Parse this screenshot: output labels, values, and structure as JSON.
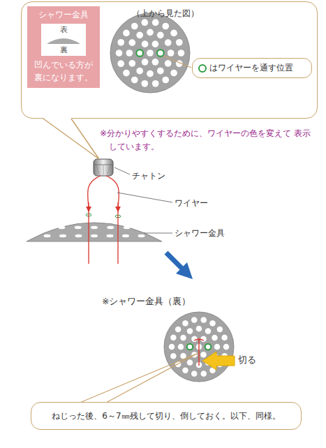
{
  "diagram": {
    "nodes": [
      {
        "text": [
          "（上から見た図）"
        ]
      },
      {
        "text": [
          "シャワー金具",
          "凹んでいる方が 裏になります。"
        ],
        "in": 0
      },
      {
        "text": [
          "表",
          "裏"
        ],
        "in": 1
      },
      {
        "text": [
          "はワイヤーを通す位置"
        ],
        "in": 0
      },
      {
        "text": [
          "ねじった後、6～7㎜残して切り、倒しておく。以下、同様。"
        ]
      }
    ],
    "labels": [
      "※分かりやすくするために、ワイヤーの色を変えて 表示しています。",
      "チャトン",
      "ワイヤー",
      "シャワー金具",
      "※シャワー金具（裏）",
      "切る"
    ]
  }
}
